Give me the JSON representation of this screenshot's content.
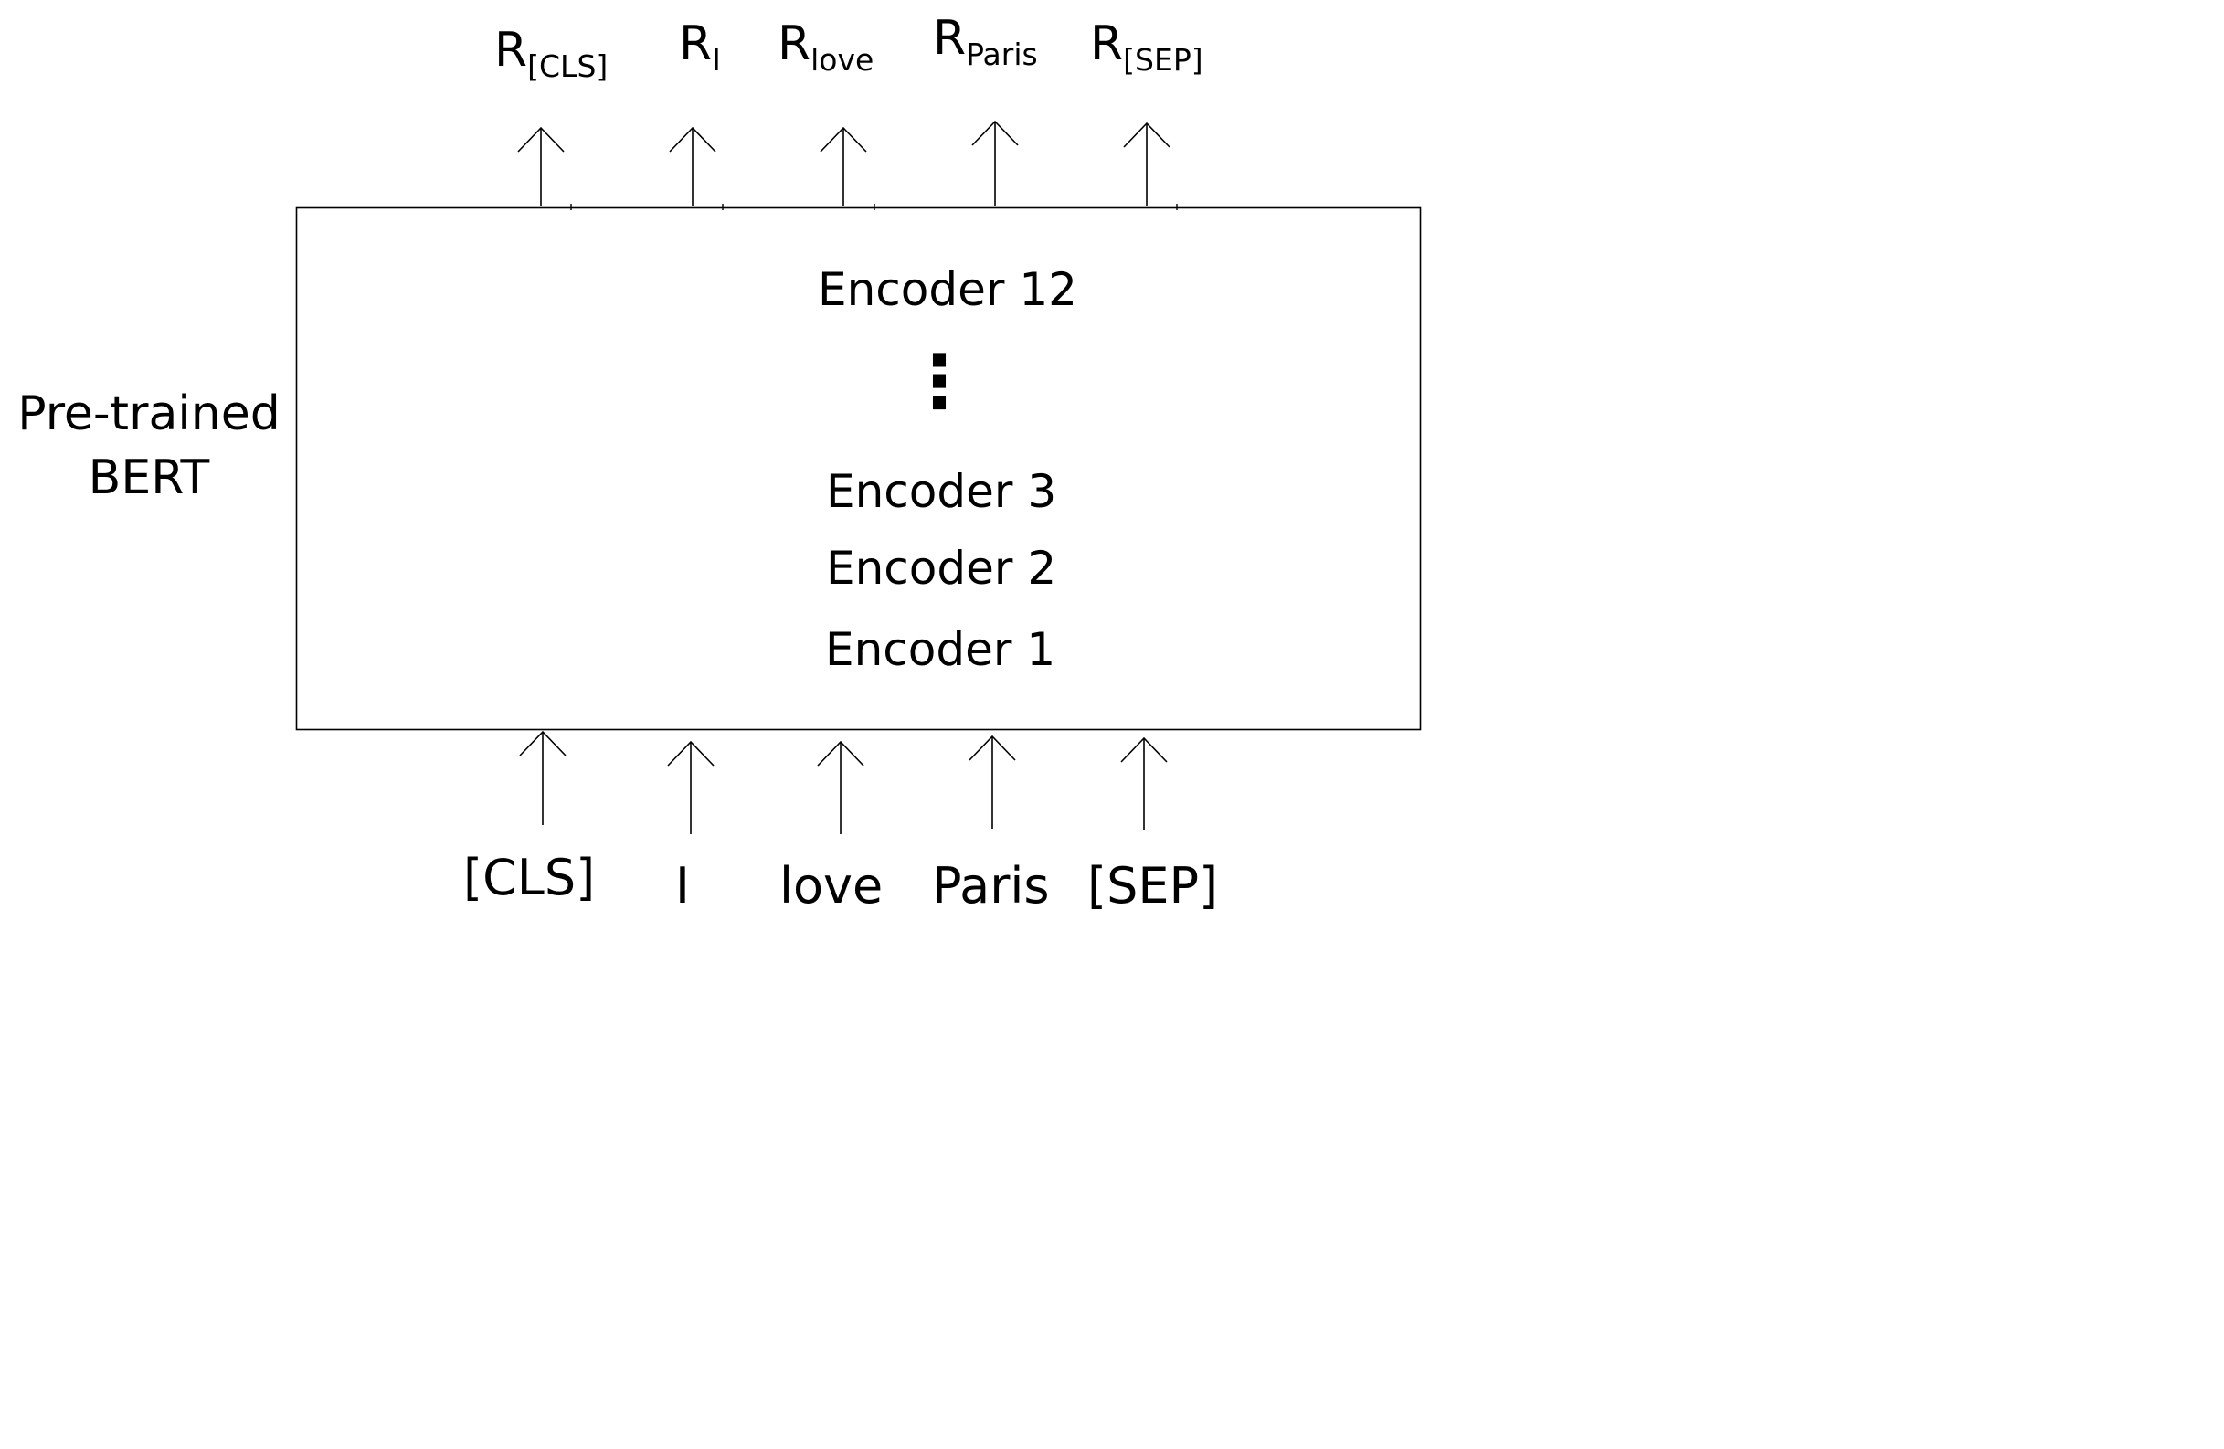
{
  "model_label": {
    "line1": "Pre-trained",
    "line2": "BERT"
  },
  "encoders": {
    "top": "Encoder 12",
    "ellipsis": "⋮",
    "layer3": "Encoder 3",
    "layer2": "Encoder 2",
    "layer1": "Encoder 1"
  },
  "inputs": [
    "[CLS]",
    "I",
    "love",
    "Paris",
    "[SEP]"
  ],
  "outputs": [
    {
      "base": "R",
      "sub": "[CLS]"
    },
    {
      "base": "R",
      "sub": "I"
    },
    {
      "base": "R",
      "sub": "love"
    },
    {
      "base": "R",
      "sub": "Paris"
    },
    {
      "base": "R",
      "sub": "[SEP]"
    }
  ]
}
